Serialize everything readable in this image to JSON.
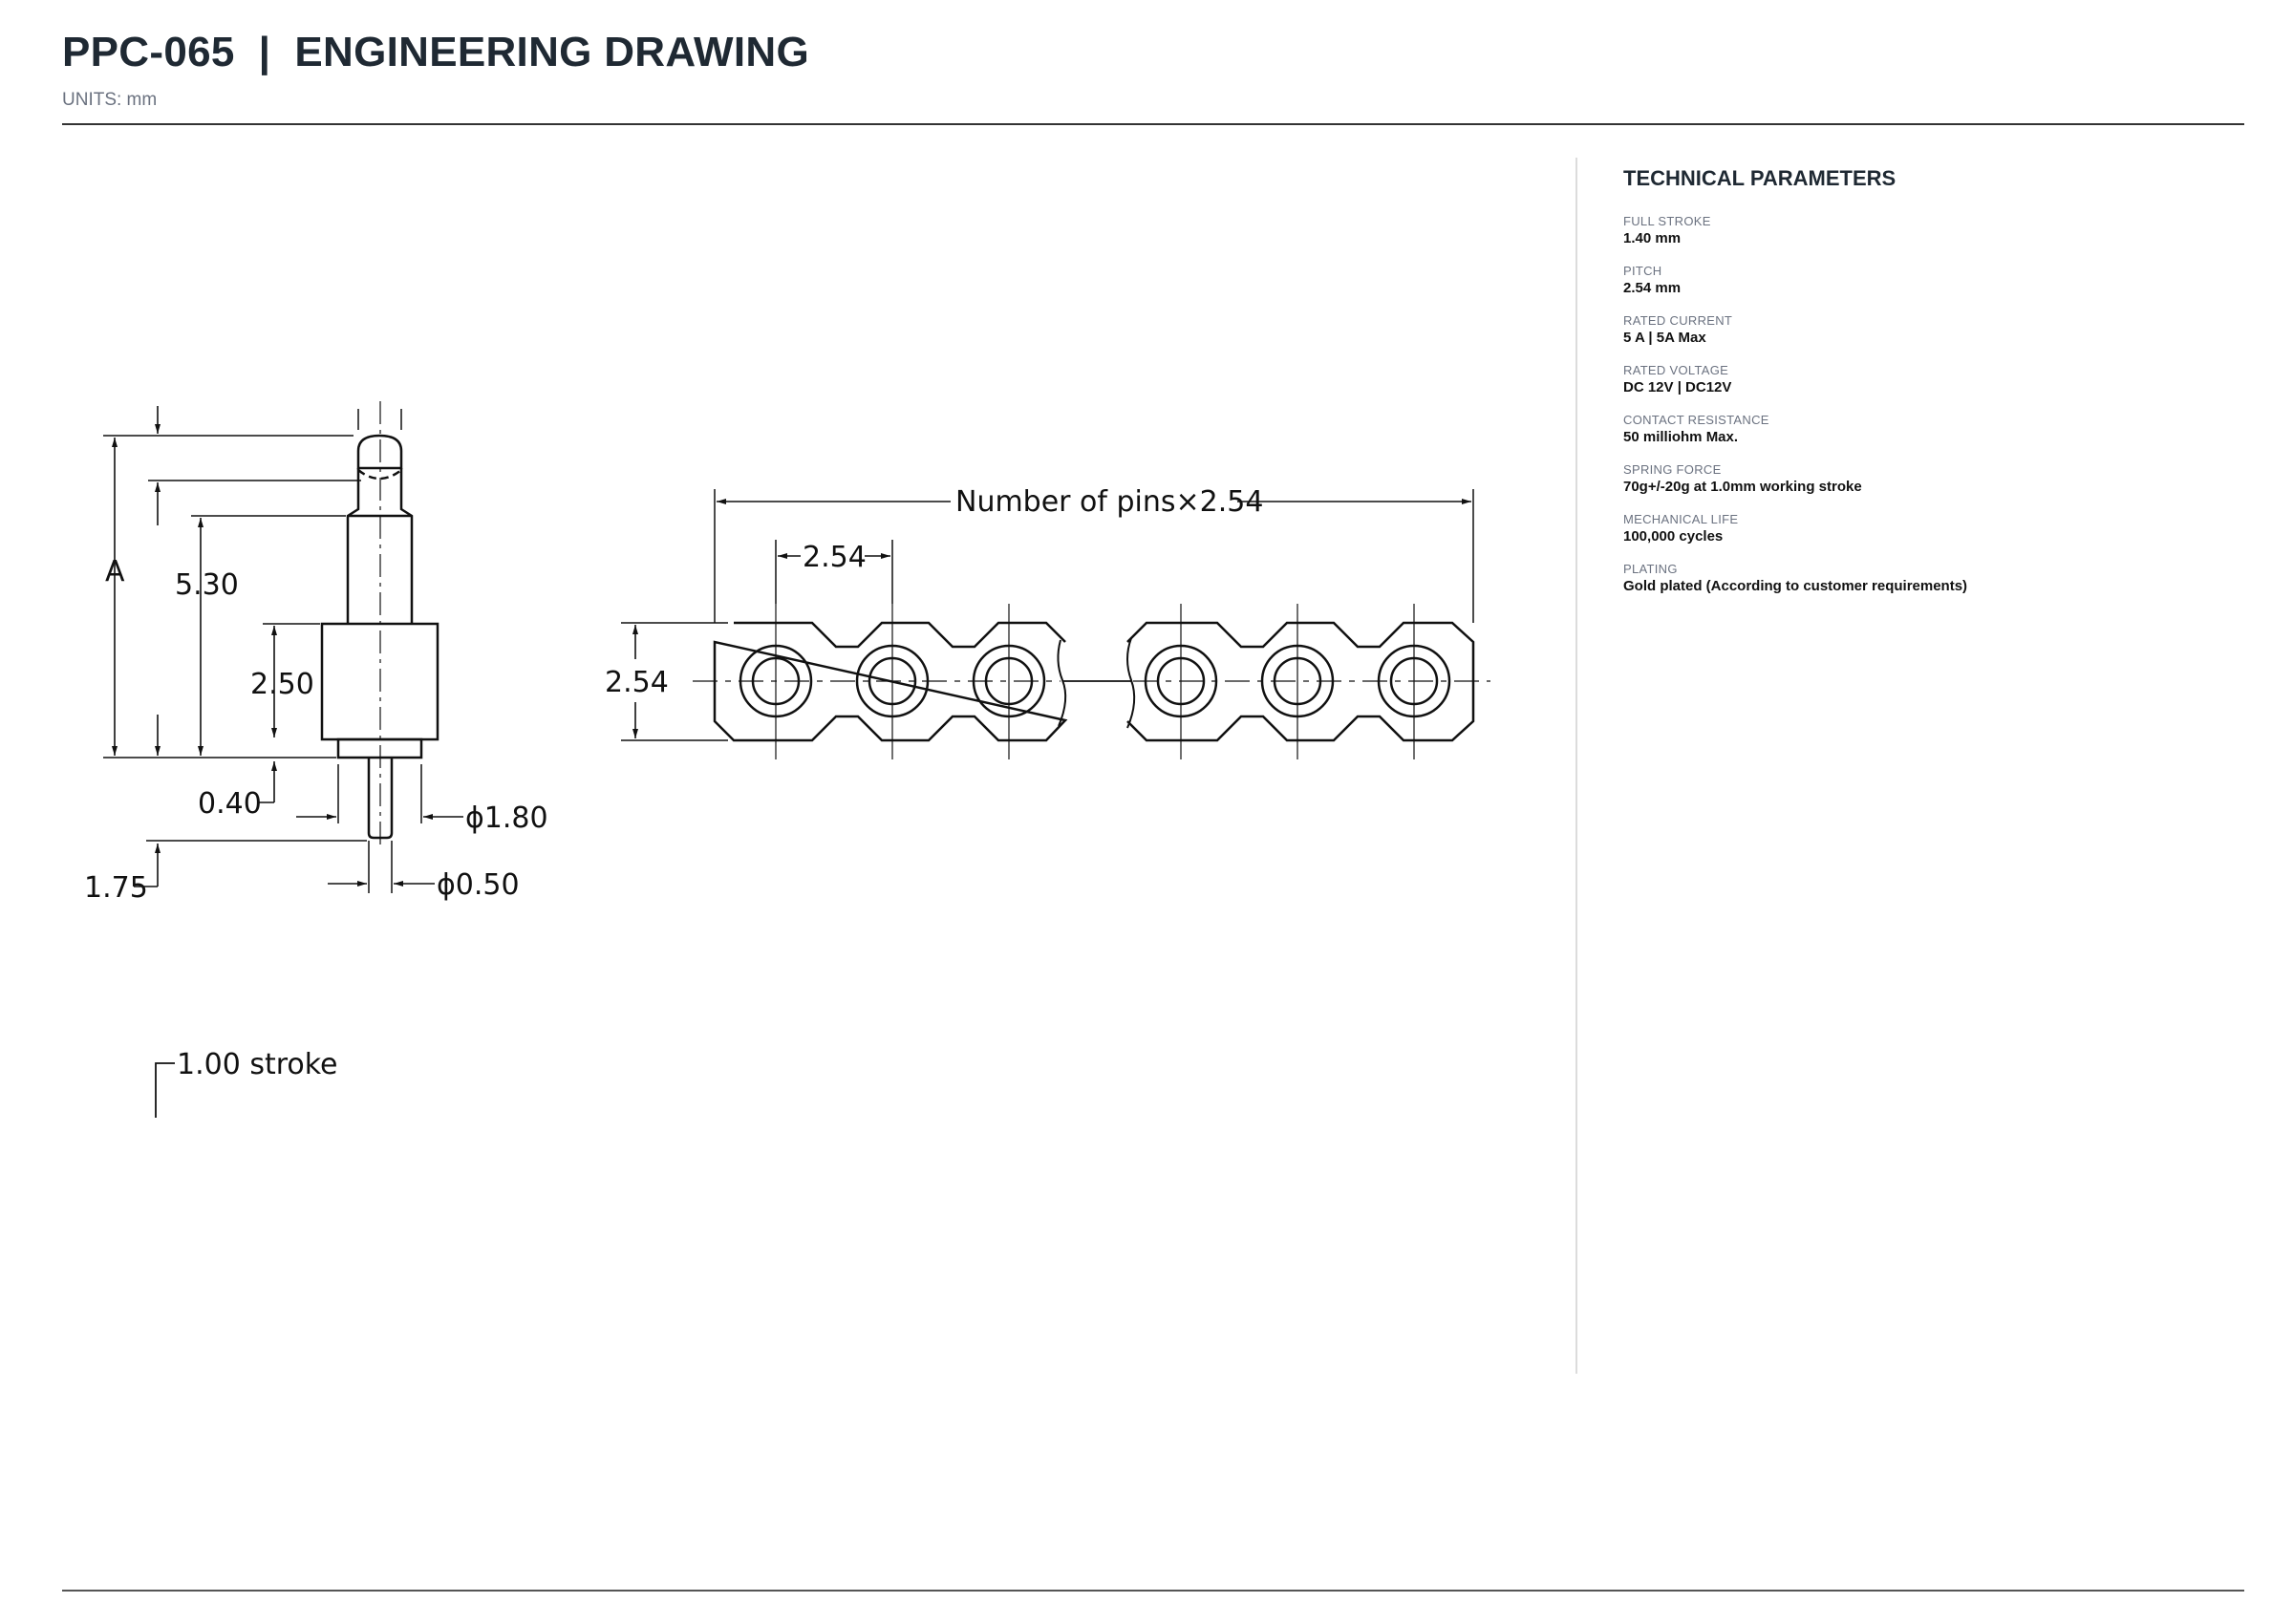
{
  "header": {
    "title": "PPC-065  |  ENGINEERING DRAWING",
    "units": "UNITS: mm"
  },
  "drawing": {
    "side_view": {
      "dim_a": "A",
      "dim_total_height": "5.30",
      "dim_body_height": "2.50",
      "dim_flange": "0.40",
      "dim_body_dia": "ϕ1.80",
      "dim_tail_length": "1.75",
      "dim_tail_dia": "ϕ0.50",
      "stroke_note": "1.00 stroke"
    },
    "strip_view": {
      "overall_width": "Number of pins×2.54",
      "pitch": "2.54",
      "height": "2.54"
    }
  },
  "technical_parameters": {
    "title": "TECHNICAL PARAMETERS",
    "items": [
      {
        "label": "FULL STROKE",
        "value": "1.40 mm"
      },
      {
        "label": "PITCH",
        "value": "2.54 mm"
      },
      {
        "label": "RATED CURRENT",
        "value": "5 A | 5A Max"
      },
      {
        "label": "RATED VOLTAGE",
        "value": "DC 12V | DC12V"
      },
      {
        "label": "CONTACT RESISTANCE",
        "value": "50 milliohm Max."
      },
      {
        "label": "SPRING FORCE",
        "value": "70g+/-20g at 1.0mm working stroke"
      },
      {
        "label": "MECHANICAL LIFE",
        "value": "100,000 cycles"
      },
      {
        "label": "PLATING",
        "value": "Gold plated (According to customer requirements)"
      }
    ]
  }
}
